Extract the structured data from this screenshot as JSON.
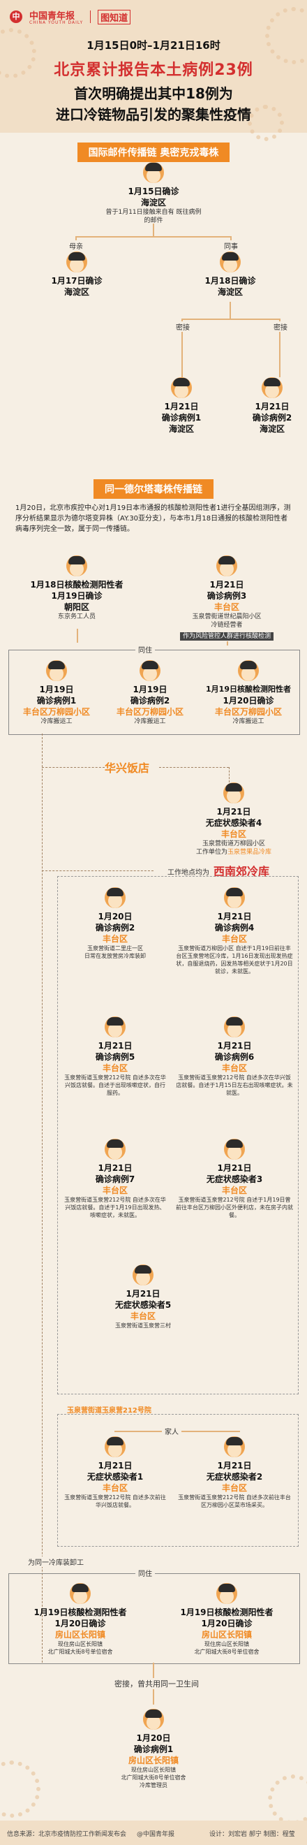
{
  "header": {
    "brand_badge": "中",
    "brand_name": "中国青年报",
    "brand_sub": "CHINA YOUTH DAILY",
    "brand2": "图知道",
    "date_range": "1月15日0时–1月21日16时",
    "title_line1": "北京累计报告本土病例23例",
    "title_line2": "首次明确提出其中18例为",
    "title_line3": "进口冷链物品引发的聚集性疫情"
  },
  "sec1": {
    "banner": "国际邮件传播链 奥密克戎毒株",
    "p1_name": "1月15日确诊",
    "p1_place": "海淀区",
    "p1_note": "曾于1月11日接触来自有 既往病例的邮件",
    "rel_mother": "母亲",
    "rel_colleague": "同事",
    "p2_name": "1月17日确诊",
    "p2_place": "海淀区",
    "p3_name": "1月18日确诊",
    "p3_place": "海淀区",
    "close1": "密接",
    "close2": "密接",
    "p4_name": "1月21日",
    "p4_sub": "确诊病例1",
    "p4_place": "海淀区",
    "p5_name": "1月21日",
    "p5_sub": "确诊病例2",
    "p5_place": "海淀区"
  },
  "sec2": {
    "banner": "同一德尔塔毒株传播链",
    "paragraph": "1月20日，北京市疾控中心对1月19日本市通报的核酸检测阳性者1进行全基因组测序，测序分析结果显示为德尔塔变异株（AY.30亚分支），与本市1月18日通报的核酸检测阳性者病毒序列完全一致，属于同一传播链。",
    "a_name1": "1月18日核酸检测阳性者",
    "a_name2": "1月19日确诊",
    "a_place": "朝阳区",
    "a_note": "东京务工人员",
    "b_name1": "1月21日",
    "b_name2": "确诊病例3",
    "b_place": "丰台区",
    "b_note1": "玉泉营街道世纪晨阳小区",
    "b_note2": "冷链经营者",
    "b_note3": "作为风险管控人群进行核酸检测",
    "tongzhu": "同住",
    "c_name1": "1月19日",
    "c_name2": "确诊病例1",
    "c_place": "丰台区万柳园小区",
    "c_note": "冷库搬运工",
    "d_name1": "1月19日",
    "d_name2": "确诊病例2",
    "d_place": "丰台区万柳园小区",
    "d_note": "冷库搬运工",
    "e_name1": "1月19日核酸检测阳性者",
    "e_name2": "1月20日确诊",
    "e_place": "丰台区万柳园小区",
    "e_note": "冷库搬运工",
    "huaxing": "华兴饭店",
    "f_name1": "1月21日",
    "f_name2": "无症状感染者4",
    "f_place": "丰台区",
    "f_note1": "玉泉营街道万柳园小区",
    "f_note2a": "工作单位为",
    "f_note2b": "玉泉营果品冷库",
    "work_label": "工作地点均为",
    "xinanjiao": "西南郊冷库",
    "g_name1": "1月20日",
    "g_name2": "确诊病例2",
    "g_place": "丰台区",
    "g_note1": "玉泉营街道二里庄一区",
    "g_note2": "日常在发放营房冷库装卸",
    "h_name1": "1月21日",
    "h_name2": "确诊病例4",
    "h_place": "丰台区",
    "h_note": "玉泉营街道万柳园小区 自述于1月19日前往丰台区玉泉营地区冷库，1月16日发现出现发热症状，自服退烧药，因发热等相关症状于1月20日就诊，未就医。",
    "i_name1": "1月21日",
    "i_name2": "确诊病例5",
    "i_place": "丰台区",
    "i_note": "玉泉营街道玉泉营212号院 自述多次在华兴饭店就餐。自述于出现咳嗽症状，自行服药。",
    "j_name1": "1月21日",
    "j_name2": "确诊病例6",
    "j_place": "丰台区",
    "j_note": "玉泉营街道玉泉营212号院 自述多次在华兴饭店就餐。自述于1月15日左右出现咳嗽症状。未就医。",
    "k_name1": "1月21日",
    "k_name2": "确诊病例7",
    "k_place": "丰台区",
    "k_note": "玉泉营街道玉泉营212号院 自述多次在华兴饭店就餐。自述于1月19日出现发热、咳嗽症状，未就医。",
    "l_name1": "1月21日",
    "l_name2": "无症状感染者3",
    "l_place": "丰台区",
    "l_note": "玉泉营街道玉泉营212号院 自述于1月19日曾前往丰台区万柳园小区外便利店，未在房子内就餐。",
    "m_name1": "1月21日",
    "m_name2": "无症状感染者5",
    "m_place": "丰台区",
    "m_note": "玉泉营街道玉泉营三村",
    "yard212": "玉泉营街道玉泉营212号院",
    "family": "家人",
    "n_name1": "1月21日",
    "n_name2": "无症状感染者1",
    "n_place": "丰台区",
    "n_note": "玉泉营街道玉泉营212号院 自述多次前往华兴饭店就餐。",
    "o_name1": "1月21日",
    "o_name2": "无症状感染者2",
    "o_place": "丰台区",
    "o_note": "玉泉营街道玉泉营212号院 自述多次前往丰台区万柳园小区菜市场采买。",
    "same_cold": "为同一冷库装卸工",
    "tongzhu2": "同住",
    "p_name1": "1月19日核酸检测阳性者",
    "p_name2": "1月20日确诊",
    "p_place": "房山区长阳镇",
    "p_note1": "现住房山区长阳镇",
    "p_note2": "北广阳城大街8号单位宿舍",
    "q_name1": "1月19日核酸检测阳性者",
    "q_name2": "1月20日确诊",
    "q_place": "房山区长阳镇",
    "q_note1": "现住房山区长阳镇",
    "q_note2": "北广阳城大街8号单位宿舍",
    "same_ws": "密接，曾共用同一卫生间",
    "r_name1": "1月20日",
    "r_name2": "确诊病例1",
    "r_place": "房山区长阳镇",
    "r_note1": "现住房山区长阳镇",
    "r_note2": "北广阳城大街8号单位宿舍",
    "r_note3": "冷库管理员"
  },
  "footer": {
    "source": "信息来源：北京市疫情防控工作新闻发布会",
    "weibo": "@中国青年报",
    "credit": "设计：刘宏岩 郝宁  制图：程莹"
  }
}
